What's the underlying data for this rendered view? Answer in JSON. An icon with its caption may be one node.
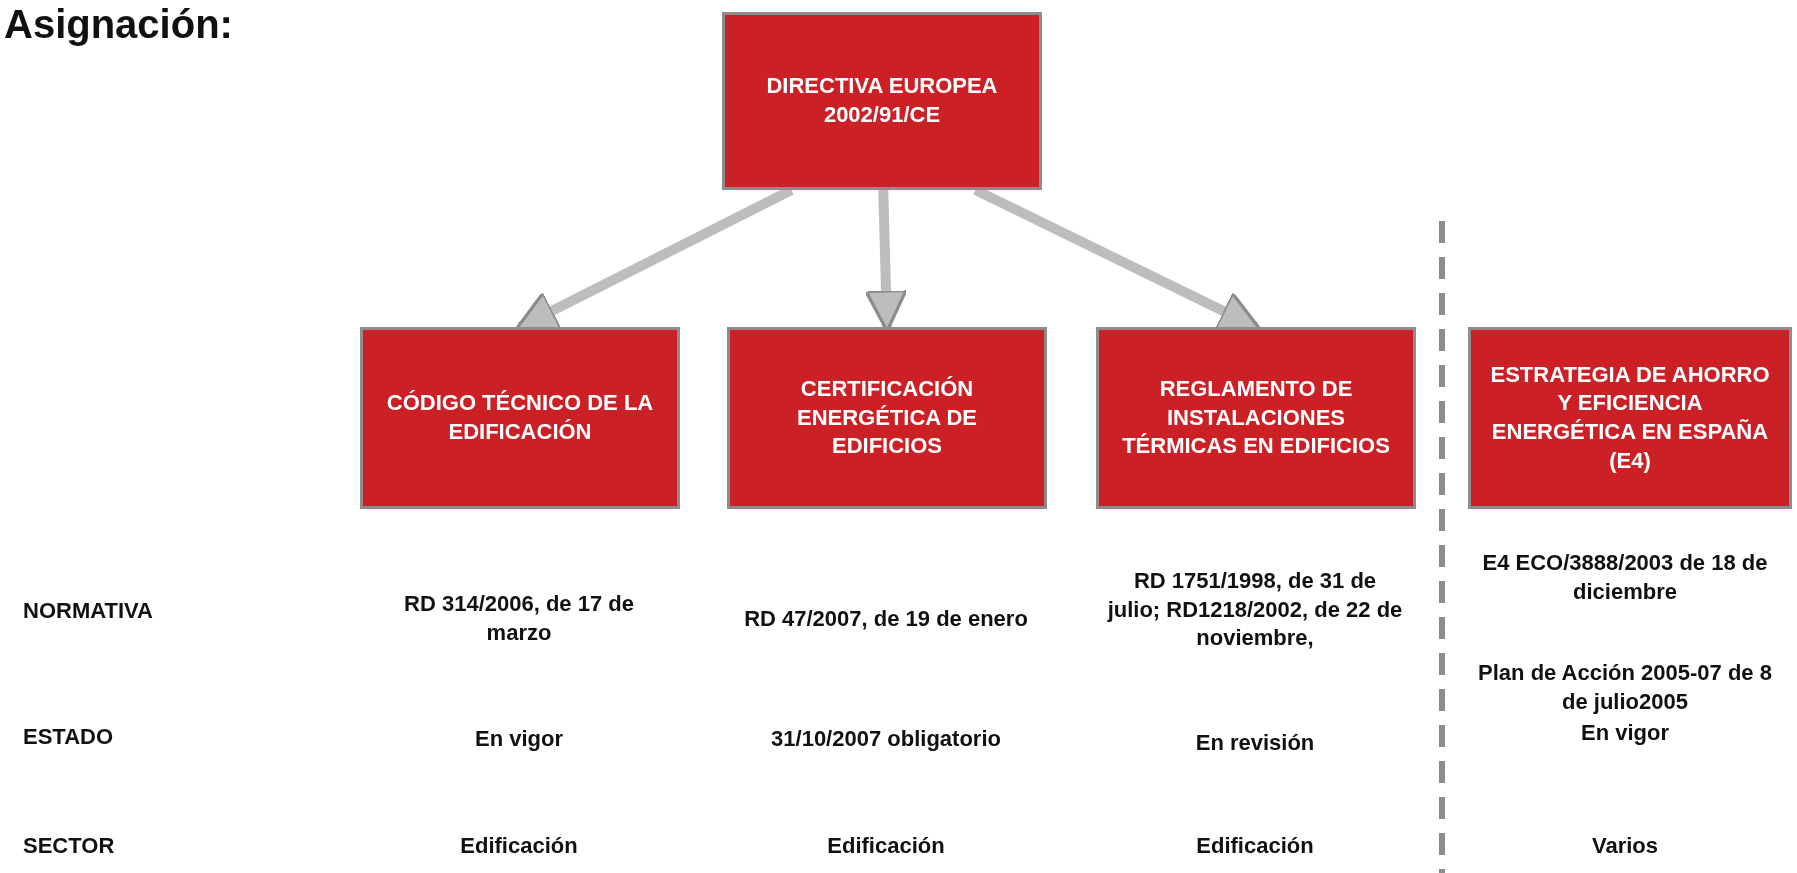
{
  "diagram": {
    "title": "Asignación:",
    "nodes": [
      {
        "text": [
          "DIRECTIVA EUROPEA 2002/91/CE"
        ]
      },
      {
        "text": [
          "CÓDIGO TÉCNICO DE LA EDIFICACIÓN"
        ]
      },
      {
        "text": [
          "CERTIFICACIÓN ENERGÉTICA DE EDIFICIOS"
        ]
      },
      {
        "text": [
          "REGLAMENTO DE INSTALACIONES TÉRMICAS EN EDIFICIOS"
        ]
      },
      {
        "text": [
          "ESTRATEGIA DE AHORRO Y EFICIENCIA ENERGÉTICA EN ESPAÑA (E4)"
        ]
      }
    ],
    "edges": [
      {
        "from": 0,
        "to": 1,
        "arrow": "to"
      },
      {
        "from": 0,
        "to": 2,
        "arrow": "to"
      },
      {
        "from": 0,
        "to": 3,
        "arrow": "to"
      }
    ],
    "labels": [
      "NORMATIVA",
      "RD 314/2006, de 17 de marzo",
      "RD 47/2007, de 19 de enero",
      "RD 1751/1998, de 31 de julio; RD1218/2002, de 22 de noviembre,",
      "E4 ECO/3888/2003 de 18 de diciembre",
      "Plan de Acción 2005-07 de 8 de julio2005",
      "ESTADO",
      "En vigor",
      "31/10/2007 obligatorio",
      "En revisión",
      "En vigor",
      "SECTOR",
      "Edificación",
      "Edificación",
      "Edificación",
      "Varios"
    ]
  }
}
